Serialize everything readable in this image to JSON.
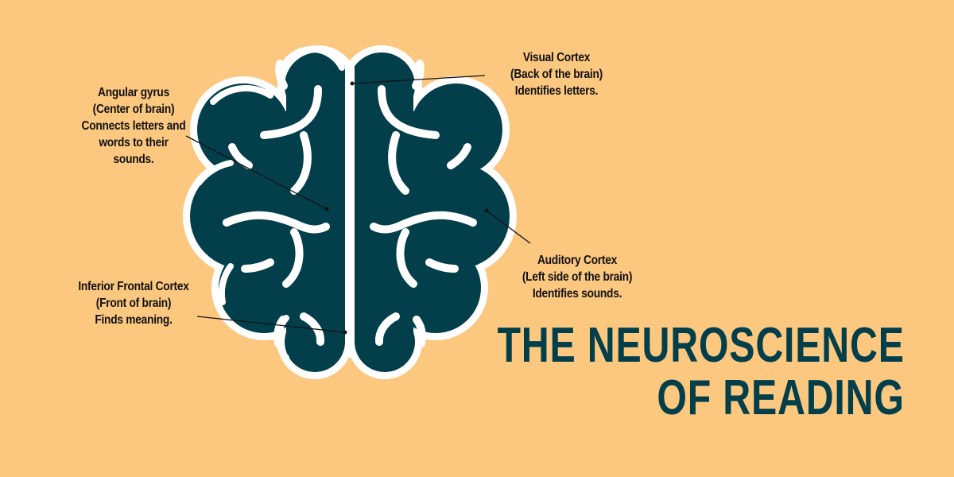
{
  "colors": {
    "background": "#FCC880",
    "brain_fill": "#023F4B",
    "brain_outline": "#FFFFFF",
    "title_text": "#023F4B",
    "label_text": "#111111",
    "pointer_line": "#111111"
  },
  "title": {
    "line1": "THE NEUROSCIENCE",
    "line2": "OF READING"
  },
  "illustration": {
    "icon": "brain-icon",
    "description": "Top-down view of a brain with two hemispheres and white sulci lines"
  },
  "labels": [
    {
      "id": "angular-gyrus",
      "lines": [
        "Angular gyrus",
        "(Center of brain)",
        "Connects letters and",
        "words to their",
        "sounds."
      ]
    },
    {
      "id": "visual-cortex",
      "lines": [
        "Visual Cortex",
        "(Back of the brain)",
        "Identifies letters."
      ]
    },
    {
      "id": "auditory-cortex",
      "lines": [
        "Auditory Cortex",
        "(Left side of the brain)",
        "Identifies sounds."
      ]
    },
    {
      "id": "inferior-frontal-cortex",
      "lines": [
        "Inferior Frontal Cortex",
        "(Front of brain)",
        "Finds meaning."
      ]
    }
  ]
}
